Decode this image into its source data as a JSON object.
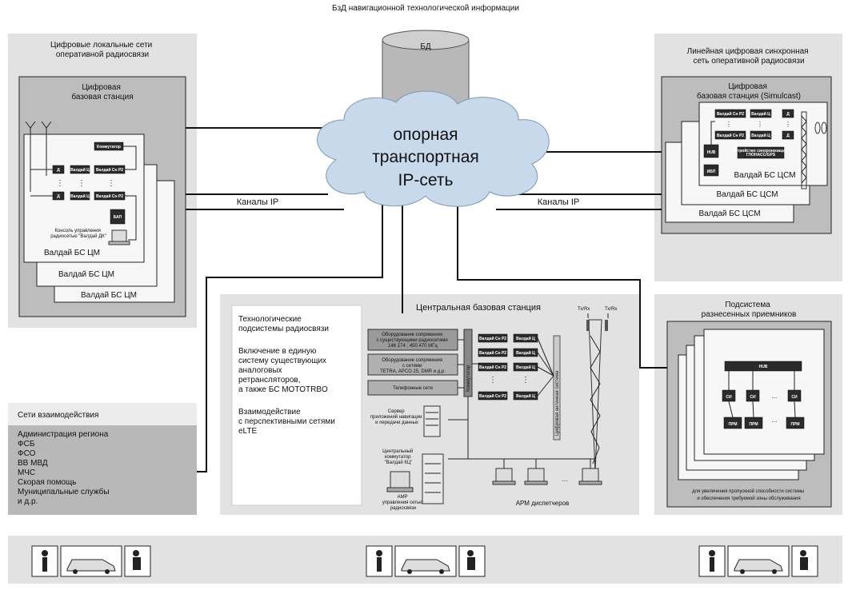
{
  "db": {
    "title": "БзД навигационной технологической информации",
    "label": "БД"
  },
  "cloud": {
    "line1": "опорная",
    "line2": "транспортная",
    "line3": "IP-сеть"
  },
  "channels": {
    "left": "Каналы IP",
    "right": "Каналы IP"
  },
  "left_panel": {
    "title": "Цифровые локальные сети оперативной радиосвязи",
    "station_title": "Цифровая базовая станция",
    "switch": "Коммутатор",
    "dev_d": "Д",
    "dev_vc": "Валдай Ц",
    "dev_vcp": "Валдай Сн Р2",
    "dots": "⋮",
    "ups": "БАП",
    "console": "Консоль управления радиосетью \"Валдай ДК\"",
    "stack": [
      "Валдай БС ЦМ",
      "Валдай БС ЦМ",
      "Валдай БС ЦМ"
    ]
  },
  "right_panel": {
    "title": "Линейная цифровая синхронная сеть оперативной радиосвязи",
    "station_title": "Цифровая базовая станция (Simulcast)",
    "dev_vcp": "Валдай Сн Р2",
    "dev_vc": "Валдай Ц",
    "dev_d": "Д",
    "hub": "HUB",
    "sync": "Устройство синхронизации ГЛОНАСС/GPS",
    "ups": "ИБП",
    "stack": [
      "Валдай БС ЦСМ",
      "Валдай БС ЦСМ",
      "Валдай БС ЦСМ"
    ]
  },
  "center": {
    "title": "Центральная базовая станция",
    "left_text": {
      "p1": "Технологические подсистемы радиосвязи",
      "p2": "Включение в единую систему существующих аналоговых ретрансляторов, а также БС MOTOTRBO",
      "p3": "Взаимодействие с перспективными сетями eLTE"
    },
    "equip1": "Оборудование сопряжения с существующими радиосетями 146  174 , 450  470 МГц",
    "equip2": "Оборудование сопряжения с сетями TETRA, APCO 25, DMR и д.р.",
    "equip3": "Телефонные сети",
    "vert1": "Коммутатор",
    "vert2": "Цифровая антенная система",
    "dev_vcp": "Валдай Сн Р2",
    "dev_vc": "Валдай Ц",
    "server": "Сервер приложений навигации и передачи данных",
    "central_switch": "Центральный коммутатор \"Валдай КЦ\"",
    "arm": "АМР управления сетью радиосвязи",
    "arm_disp": "АРМ диспетчеров",
    "ant1": "Тх/Rх",
    "ant2": "Тх/Rх"
  },
  "interaction": {
    "title": "Сети взаимодействия",
    "items": [
      "Администрация региона",
      "ФСБ",
      "ФСО",
      "ВВ МВД",
      "МЧС",
      "Скорая помощь",
      "Муниципальные службы",
      "и д.р."
    ]
  },
  "receivers": {
    "title": "Подсистема разнесенных приемников",
    "hub": "HUB",
    "si": "СИ",
    "prm": "ПРМ",
    "ellipsis": "...",
    "note": "для увеличения пропускной способности системы и обеспечения требуемой зоны обслуживания"
  }
}
